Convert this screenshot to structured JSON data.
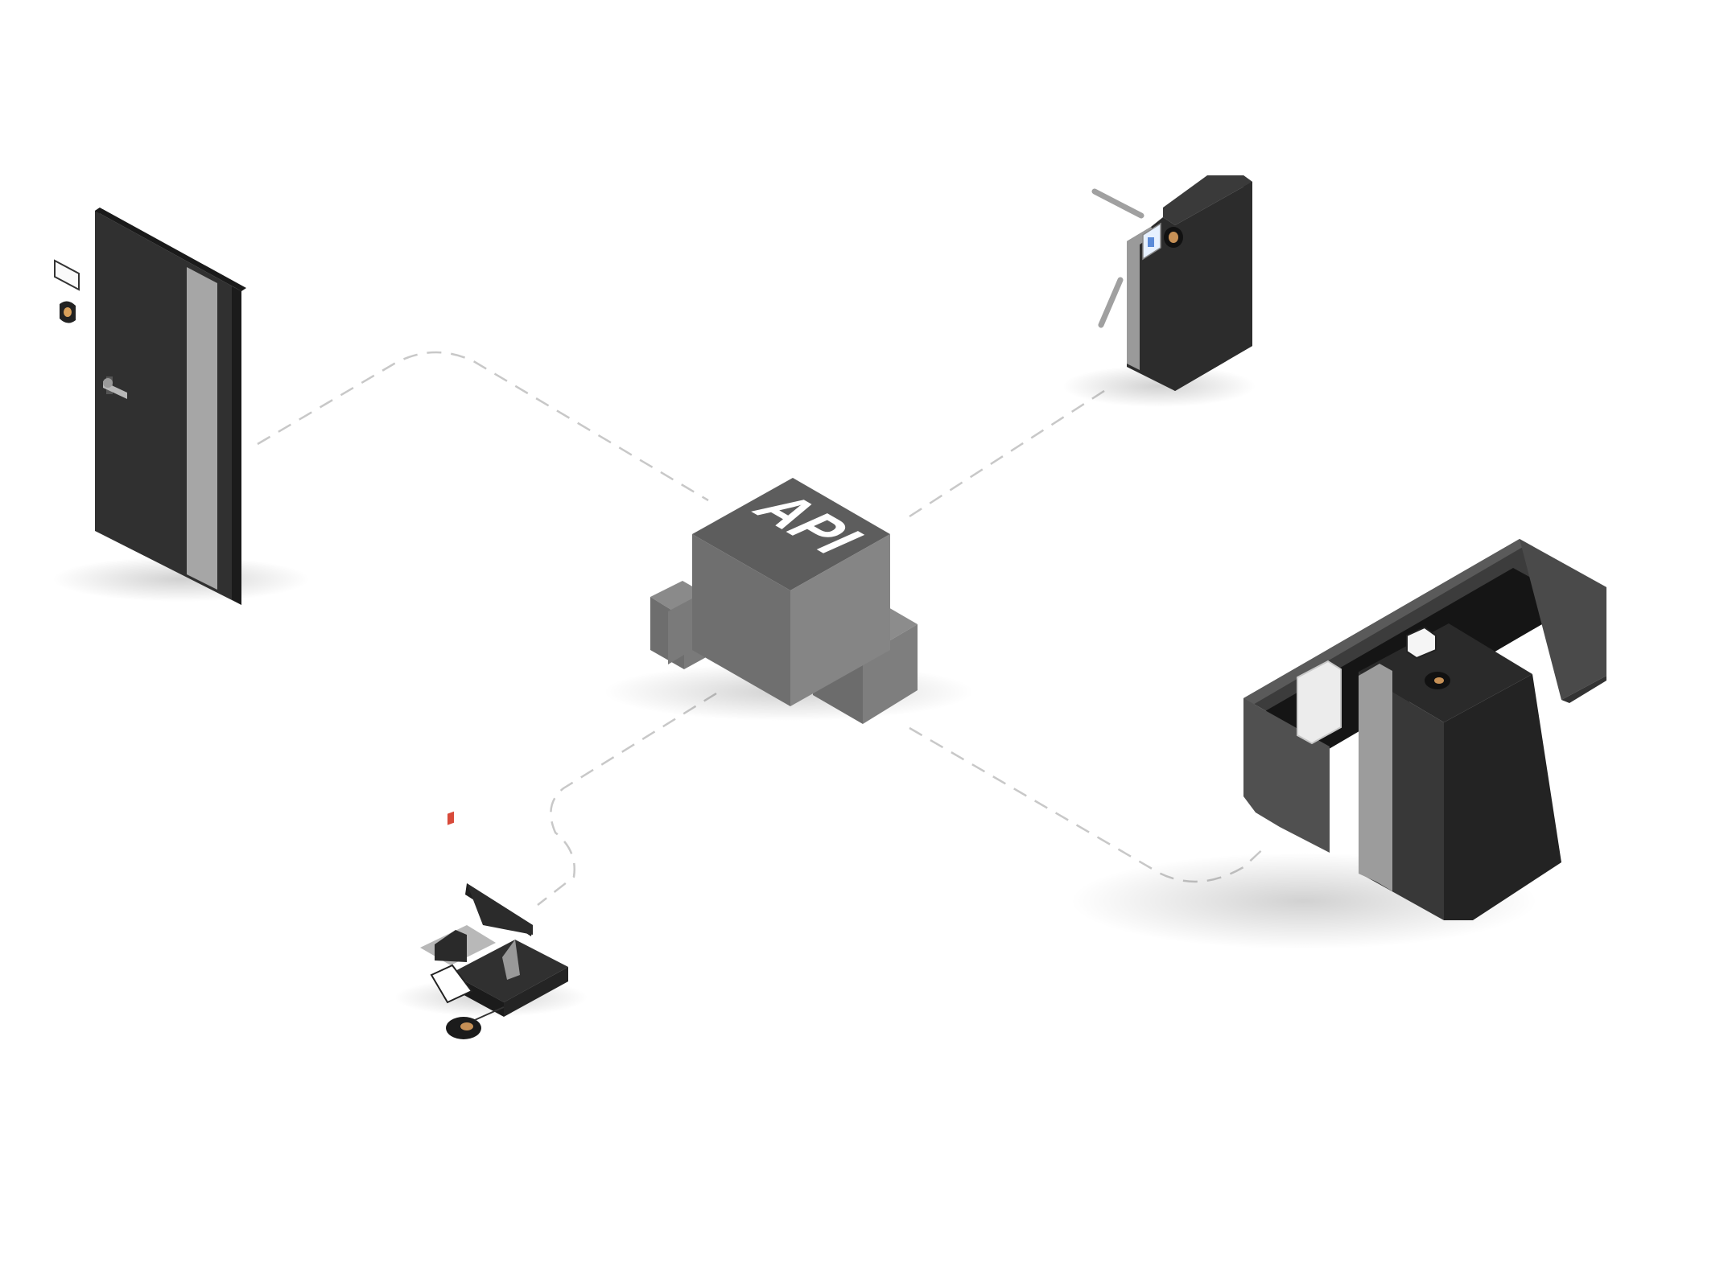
{
  "hub": {
    "label": "API",
    "color": "#7a7a7a"
  },
  "devices": [
    {
      "name": "door-with-access-reader",
      "icon": "door-icon"
    },
    {
      "name": "tripod-turnstile",
      "icon": "turnstile-icon"
    },
    {
      "name": "point-of-sale-terminal",
      "icon": "pos-terminal-icon"
    },
    {
      "name": "checkout-counter",
      "icon": "checkout-counter-icon"
    }
  ],
  "connector": {
    "style": "dashed",
    "color": "#c8c8c8"
  },
  "colors": {
    "device_dark": "#2e2e2e",
    "accent_grey": "#a8a8a8",
    "background": "#ffffff"
  }
}
